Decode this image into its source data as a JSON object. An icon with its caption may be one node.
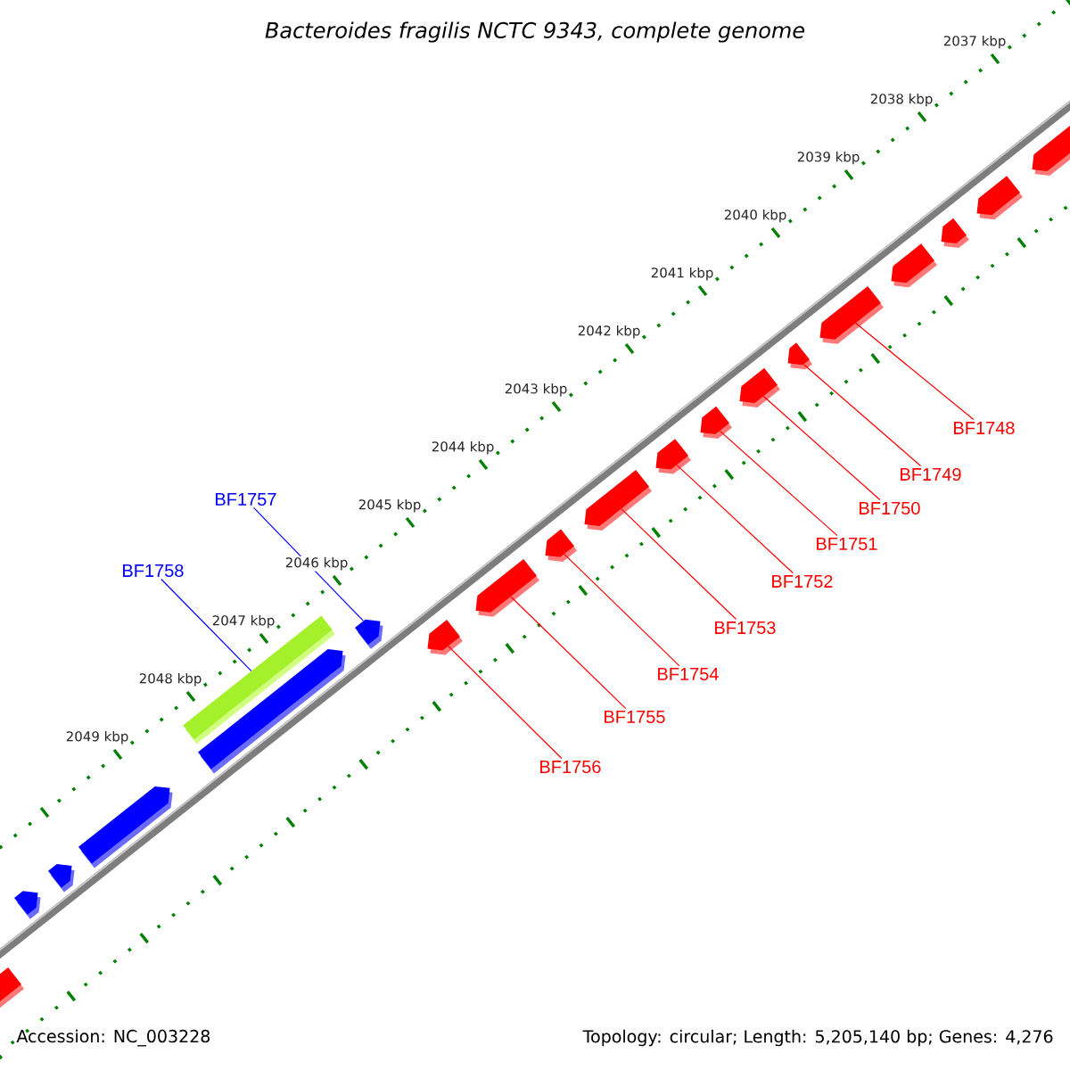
{
  "diagram": {
    "title": "Bacteroides fragilis NCTC 9343, complete genome",
    "nodes": [
      {
        "text": [
          "BF1748"
        ]
      },
      {
        "text": [
          "BF1749"
        ]
      },
      {
        "text": [
          "BF1750"
        ]
      },
      {
        "text": [
          "BF1751"
        ]
      },
      {
        "text": [
          "BF1752"
        ]
      },
      {
        "text": [
          "BF1753"
        ]
      },
      {
        "text": [
          "BF1754"
        ]
      },
      {
        "text": [
          "BF1755"
        ]
      },
      {
        "text": [
          "BF1756"
        ]
      },
      {
        "text": [
          "BF1757"
        ]
      },
      {
        "text": [
          "BF1758"
        ]
      },
      {
        "text": [],
        "shape": "pentagon"
      },
      {
        "text": [],
        "shape": "pentagon"
      },
      {
        "text": [],
        "shape": "pentagon"
      },
      {
        "text": [],
        "shape": "pentagon"
      },
      {
        "text": [],
        "shape": "pentagon"
      },
      {
        "text": [],
        "shape": "pentagon"
      },
      {
        "text": [],
        "shape": "pentagon"
      },
      {
        "text": [],
        "shape": "pentagon"
      },
      {
        "text": [],
        "shape": "pentagon"
      },
      {
        "text": [],
        "shape": "pentagon"
      },
      {
        "text": [],
        "shape": "pentagon"
      },
      {
        "text": [],
        "shape": "pentagon"
      },
      {
        "text": [],
        "shape": "pentagon"
      },
      {
        "text": [],
        "shape": "pentagon"
      },
      {
        "text": [],
        "shape": "pentagon"
      },
      {
        "text": [],
        "shape": "pentagon"
      },
      {
        "text": [],
        "shape": "pentagon"
      },
      {
        "text": [],
        "shape": "pentagon"
      },
      {
        "text": [],
        "shape": "pentagon"
      },
      {
        "text": [],
        "shape": "bar"
      }
    ],
    "edges": [
      {
        "from": 0,
        "to": 20,
        "arrow": "none"
      },
      {
        "from": 1,
        "to": 19,
        "arrow": "none"
      },
      {
        "from": 2,
        "to": 18,
        "arrow": "none"
      },
      {
        "from": 3,
        "to": 17,
        "arrow": "none"
      },
      {
        "from": 4,
        "to": 16,
        "arrow": "none"
      },
      {
        "from": 5,
        "to": 15,
        "arrow": "none"
      },
      {
        "from": 6,
        "to": 14,
        "arrow": "none"
      },
      {
        "from": 7,
        "to": 13,
        "arrow": "none"
      },
      {
        "from": 8,
        "to": 12,
        "arrow": "none"
      },
      {
        "from": 9,
        "to": 29,
        "arrow": "none",
        "color": "#0000ff"
      },
      {
        "from": 10,
        "to": 30,
        "arrow": "none",
        "color": "#0000ff"
      }
    ],
    "labels": [
      "2037 kbp",
      "2038 kbp",
      "2039 kbp",
      "2040 kbp",
      "2041 kbp",
      "2042 kbp",
      "2043 kbp",
      "2044 kbp",
      "2045 kbp",
      "2046 kbp",
      "2047 kbp",
      "2048 kbp",
      "2049 kbp",
      "Accession: NC_003228",
      "Topology: circular; Length: 5,205,140 bp; Genes: 4,276"
    ]
  }
}
